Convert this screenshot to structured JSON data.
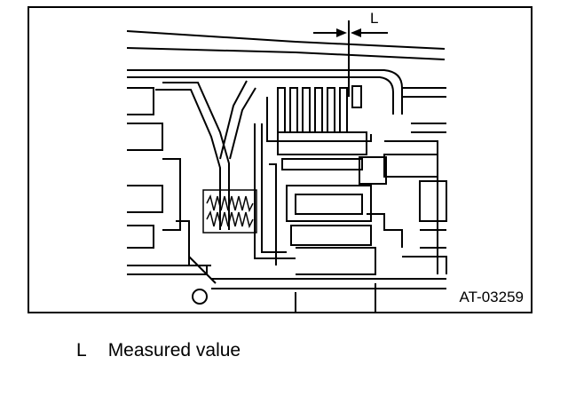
{
  "figure": {
    "code": "AT-03259",
    "callout_letter": "L"
  },
  "legend": {
    "letter": "L",
    "description": "Measured value"
  }
}
